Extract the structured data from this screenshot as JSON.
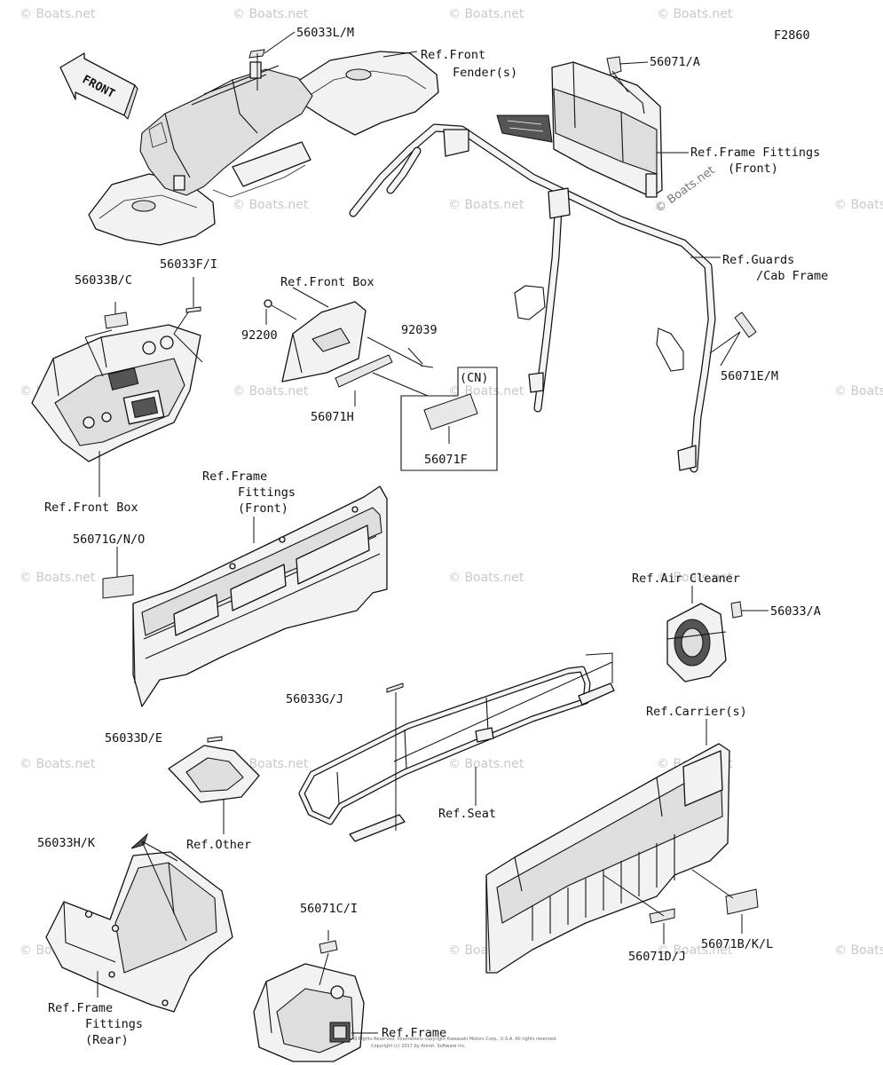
{
  "figure_code": "F2860",
  "front_arrow_label": "FRONT",
  "watermark_text": "© Boats.net",
  "labels": {
    "l_56033LM": "56033L/M",
    "l_ref_front_fender_1": "Ref.Front",
    "l_ref_front_fender_2": "Fender(s)",
    "l_56071A": "56071/A",
    "l_ref_ff_front_top_1": "Ref.Frame Fittings",
    "l_ref_ff_front_top_2": "(Front)",
    "l_ref_guards_1": "Ref.Guards",
    "l_ref_guards_2": "/Cab Frame",
    "l_56033BC": "56033B/C",
    "l_56033FI": "56033F/I",
    "l_ref_front_box_top": "Ref.Front Box",
    "l_92200": "92200",
    "l_92039": "92039",
    "l_cn": "(CN)",
    "l_56071H": "56071H",
    "l_56071F": "56071F",
    "l_56071EM": "56071E/M",
    "l_ref_front_box_left": "Ref.Front Box",
    "l_ref_ff_front_mid_1": "Ref.Frame",
    "l_ref_ff_front_mid_2": "Fittings",
    "l_ref_ff_front_mid_3": "(Front)",
    "l_56071GNO": "56071G/N/O",
    "l_ref_air_cleaner": "Ref.Air Cleaner",
    "l_56033A": "56033/A",
    "l_56033GJ": "56033G/J",
    "l_ref_carriers": "Ref.Carrier(s)",
    "l_56033DE": "56033D/E",
    "l_ref_seat": "Ref.Seat",
    "l_ref_other": "Ref.Other",
    "l_56033HK": "56033H/K",
    "l_56071CI": "56071C/I",
    "l_56071DJ": "56071D/J",
    "l_56071BKL": "56071B/K/L",
    "l_ref_ff_rear_1": "Ref.Frame",
    "l_ref_ff_rear_2": "Fittings",
    "l_ref_ff_rear_3": "(Rear)",
    "l_ref_frame_bottom": "Ref.Frame"
  },
  "copyright_lines": [
    "All Rights Reserved. Illustrations copyright Kawasaki Motors Corp., U.S.A. All rights reserved.",
    "Copyright (c) 2017 by Arinet. Software Inc."
  ]
}
